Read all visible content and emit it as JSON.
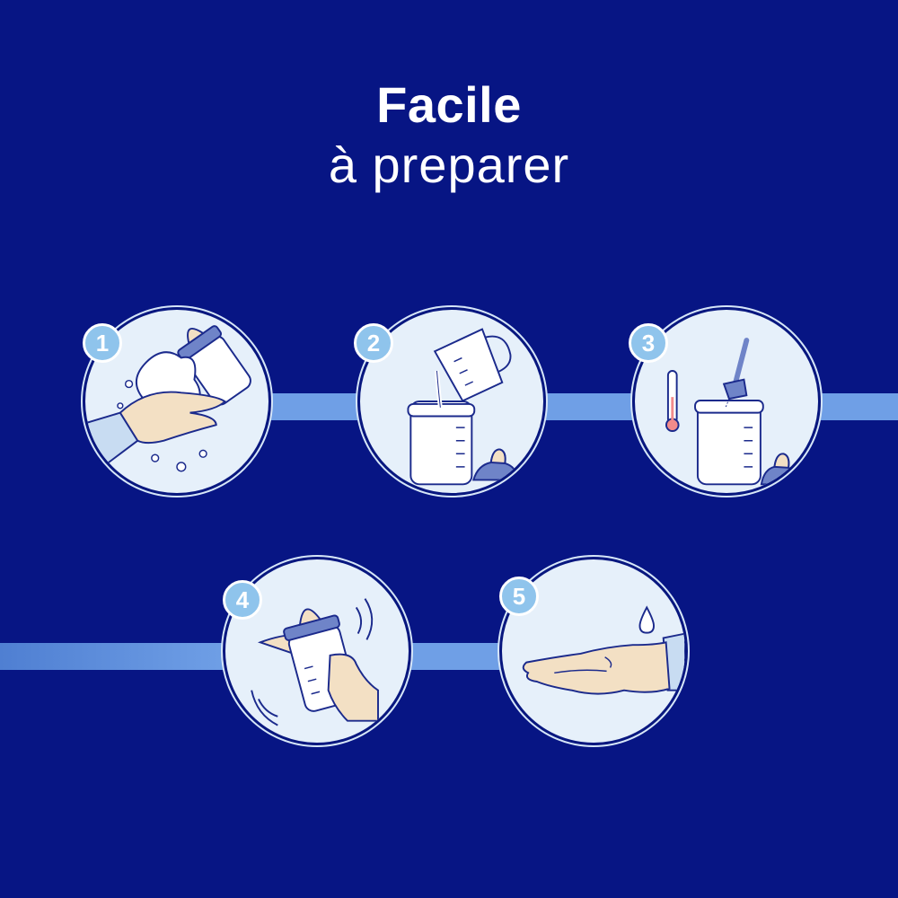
{
  "title": {
    "line1": "Facile",
    "line2": "à preparer"
  },
  "steps": [
    {
      "number": "1",
      "icon": "hand-washing-icon"
    },
    {
      "number": "2",
      "icon": "pour-water-into-bottle-icon"
    },
    {
      "number": "3",
      "icon": "add-powder-thermometer-icon"
    },
    {
      "number": "4",
      "icon": "shake-bottle-icon"
    },
    {
      "number": "5",
      "icon": "test-drop-on-wrist-icon"
    }
  ],
  "colors": {
    "background": "#071584",
    "circle": "#e6f0fa",
    "badge": "#8fc4ec",
    "connector": "#6f9fe6",
    "outline": "#1b2a8c"
  }
}
